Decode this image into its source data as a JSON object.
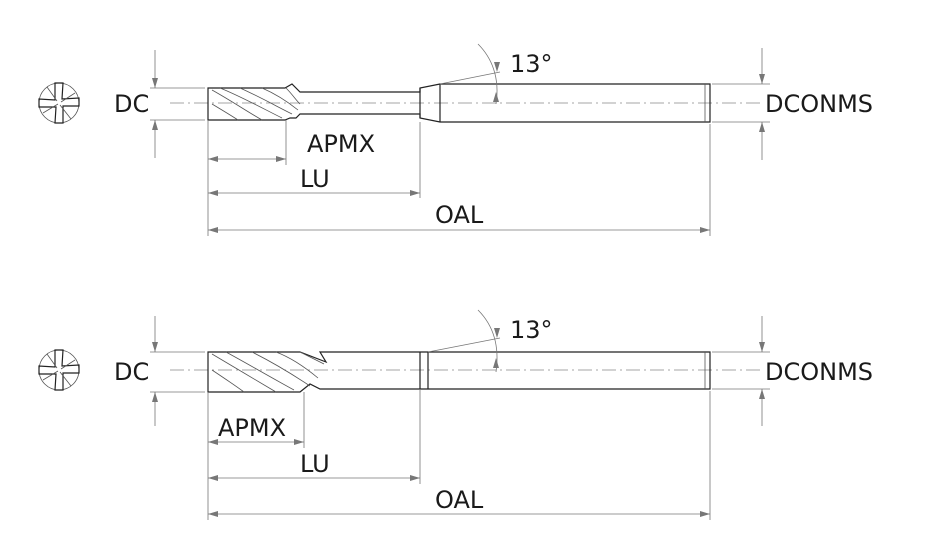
{
  "drawings": [
    {
      "labels": {
        "diameter": "DC",
        "shank_diameter": "DCONMS",
        "angle": "13°",
        "cutting_length": "APMX",
        "usable_length": "LU",
        "overall_length": "OAL"
      }
    },
    {
      "labels": {
        "diameter": "DC",
        "shank_diameter": "DCONMS",
        "angle": "13°",
        "cutting_length": "APMX",
        "usable_length": "LU",
        "overall_length": "OAL"
      }
    }
  ],
  "colors": {
    "line": "#222222",
    "dimension": "#777777",
    "text": "#1a1a1a"
  }
}
